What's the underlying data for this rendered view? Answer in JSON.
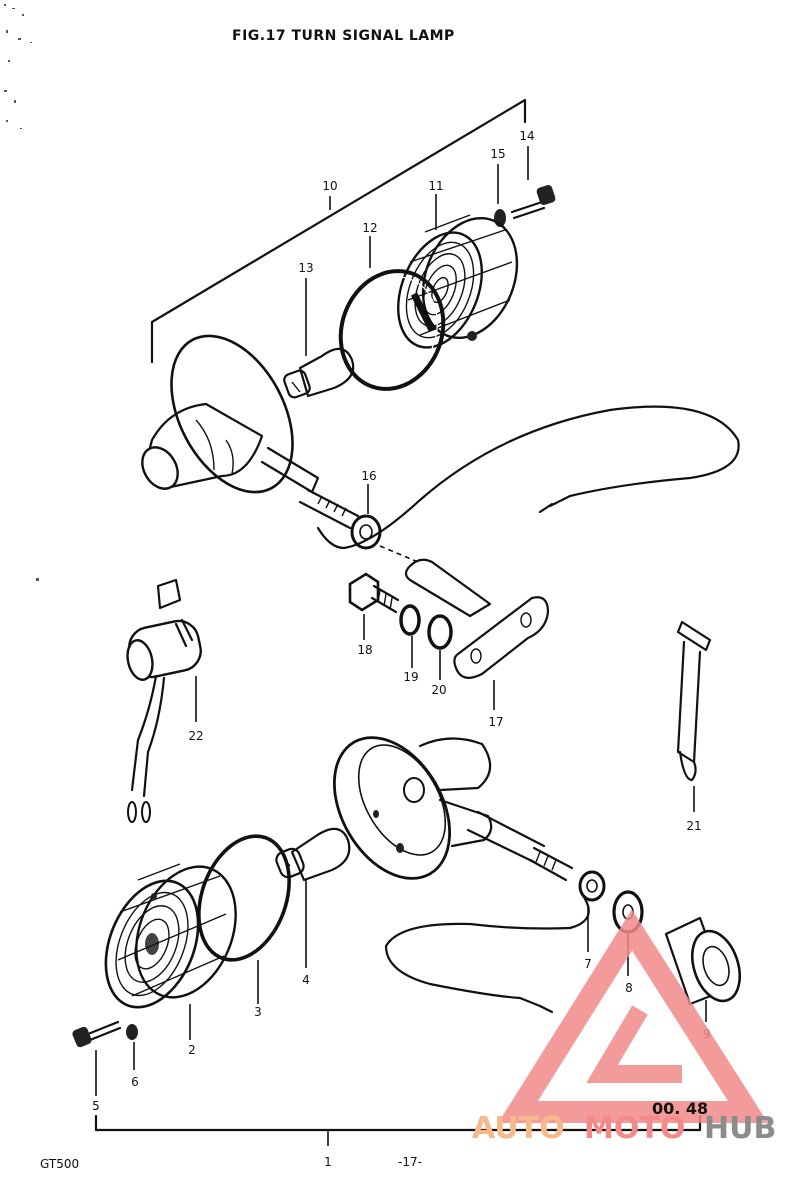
{
  "title": "FIG.17  TURN SIGNAL LAMP",
  "page_number": "-17-",
  "model": "GT500",
  "catalog_code": "00. 48",
  "watermark": {
    "part1": "AUTO",
    "part2": "MOTO",
    "part3": "HUB",
    "color_orange": "#f6b98a",
    "color_red": "#f28a8a",
    "color_grey": "#8c8c8c"
  },
  "labels": {
    "p1": "1",
    "p2": "2",
    "p3": "3",
    "p4": "4",
    "p5": "5",
    "p6": "6",
    "p7": "7",
    "p8": "8",
    "p9": "9",
    "p10": "10",
    "p11": "11",
    "p12": "12",
    "p13": "13",
    "p14": "14",
    "p15": "15",
    "p16": "16",
    "p17": "17",
    "p18": "18",
    "p19": "19",
    "p20": "20",
    "p21": "21",
    "p22": "22"
  }
}
